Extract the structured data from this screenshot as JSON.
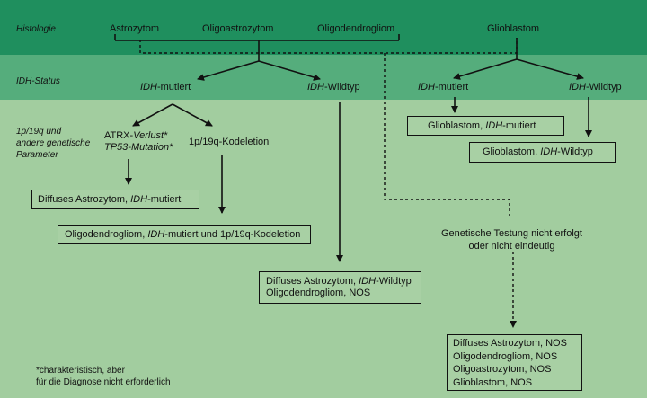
{
  "rows": {
    "histology": "Histologie",
    "idh_status": "IDH-Status",
    "params": [
      "1p/19q und",
      "andere genetische",
      "Parameter"
    ]
  },
  "histology": {
    "astro": "Astrozytom",
    "oligoastro": "Oligoastrozytom",
    "oligodendro": "Oligodendrogliom",
    "gbm": "Glioblastom"
  },
  "idh": {
    "prefix": "IDH",
    "mutated_suffix": "-mutiert",
    "wildtype_suffix": "-Wildtyp"
  },
  "markers": {
    "atrx_plain": "ATRX-",
    "atrx_italic": "Verlust*",
    "tp53_italic": "TP53-Mutation*",
    "codeletion": "1p/19q-Kodeletion"
  },
  "boxes": {
    "diffuse_astro_idh_mut": {
      "a": "Diffuses Astrozytom, ",
      "b": "IDH",
      "c": "-mutiert"
    },
    "oligo_idh_mut_codel": {
      "a": "Oligodendrogliom, ",
      "b": "IDH",
      "c": "-mutiert und 1p/19q-Kodeletion"
    },
    "idh_wt": {
      "l1a": "Diffuses Astrozytom, ",
      "l1b": "IDH",
      "l1c": "-Wildtyp",
      "l2": "Oligodendrogliom, NOS"
    },
    "gbm_mut": {
      "a": "Glioblastom, ",
      "b": "IDH",
      "c": "-mutiert"
    },
    "gbm_wt": {
      "a": "Glioblastom, ",
      "b": "IDH",
      "c": "-Wildtyp"
    },
    "nos": [
      "Diffuses Astrozytom, NOS",
      "Oligodendrogliom, NOS",
      "Oligoastrozytom, NOS",
      "Glioblastom, NOS"
    ]
  },
  "genetic_testing": [
    "Genetische Testung nicht erfolgt",
    "oder nicht eindeutig"
  ],
  "footnote": [
    "*charakteristisch, aber",
    "für die Diagnose nicht erforderlich"
  ],
  "colors": {
    "band_histology": "#1f8f5e",
    "band_idh": "#55ad7c",
    "band_params": "#a2cd9f",
    "box_fill": "#a8d0a4",
    "line": "#111111"
  }
}
